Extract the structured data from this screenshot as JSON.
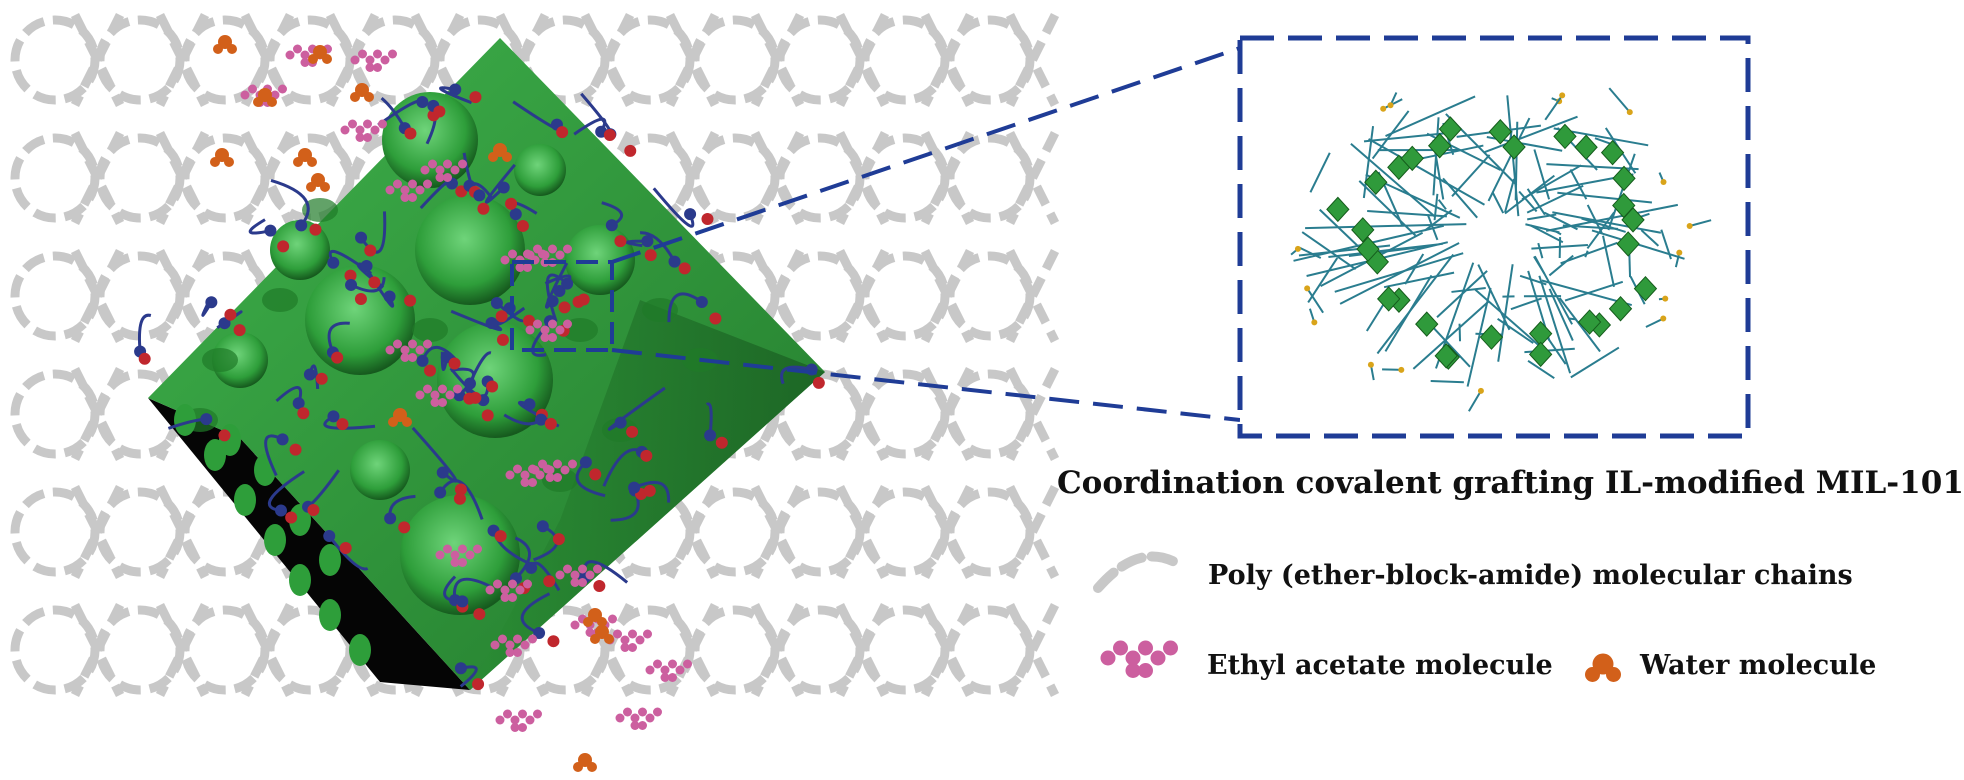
{
  "figure": {
    "caption_main": "Coordination covalent grafting IL-modified MIL-101",
    "legend": {
      "pebax": "Poly (ether-block-amide) molecular chains",
      "ethyl_acetate": "Ethyl acetate molecule",
      "water": "Water molecule"
    }
  },
  "colors": {
    "matrix_dash": "#c8c8c8",
    "mof_green": "#2e9e3a",
    "mof_dark": "#1c6b24",
    "frame_blue": "#1f3c96",
    "chain_navy": "#2b3a8c",
    "ethyl_pink": "#cc5f9f",
    "water_orange": "#d2601a",
    "il_red": "#c0272d",
    "mol_teal": "#2a7d8f"
  }
}
